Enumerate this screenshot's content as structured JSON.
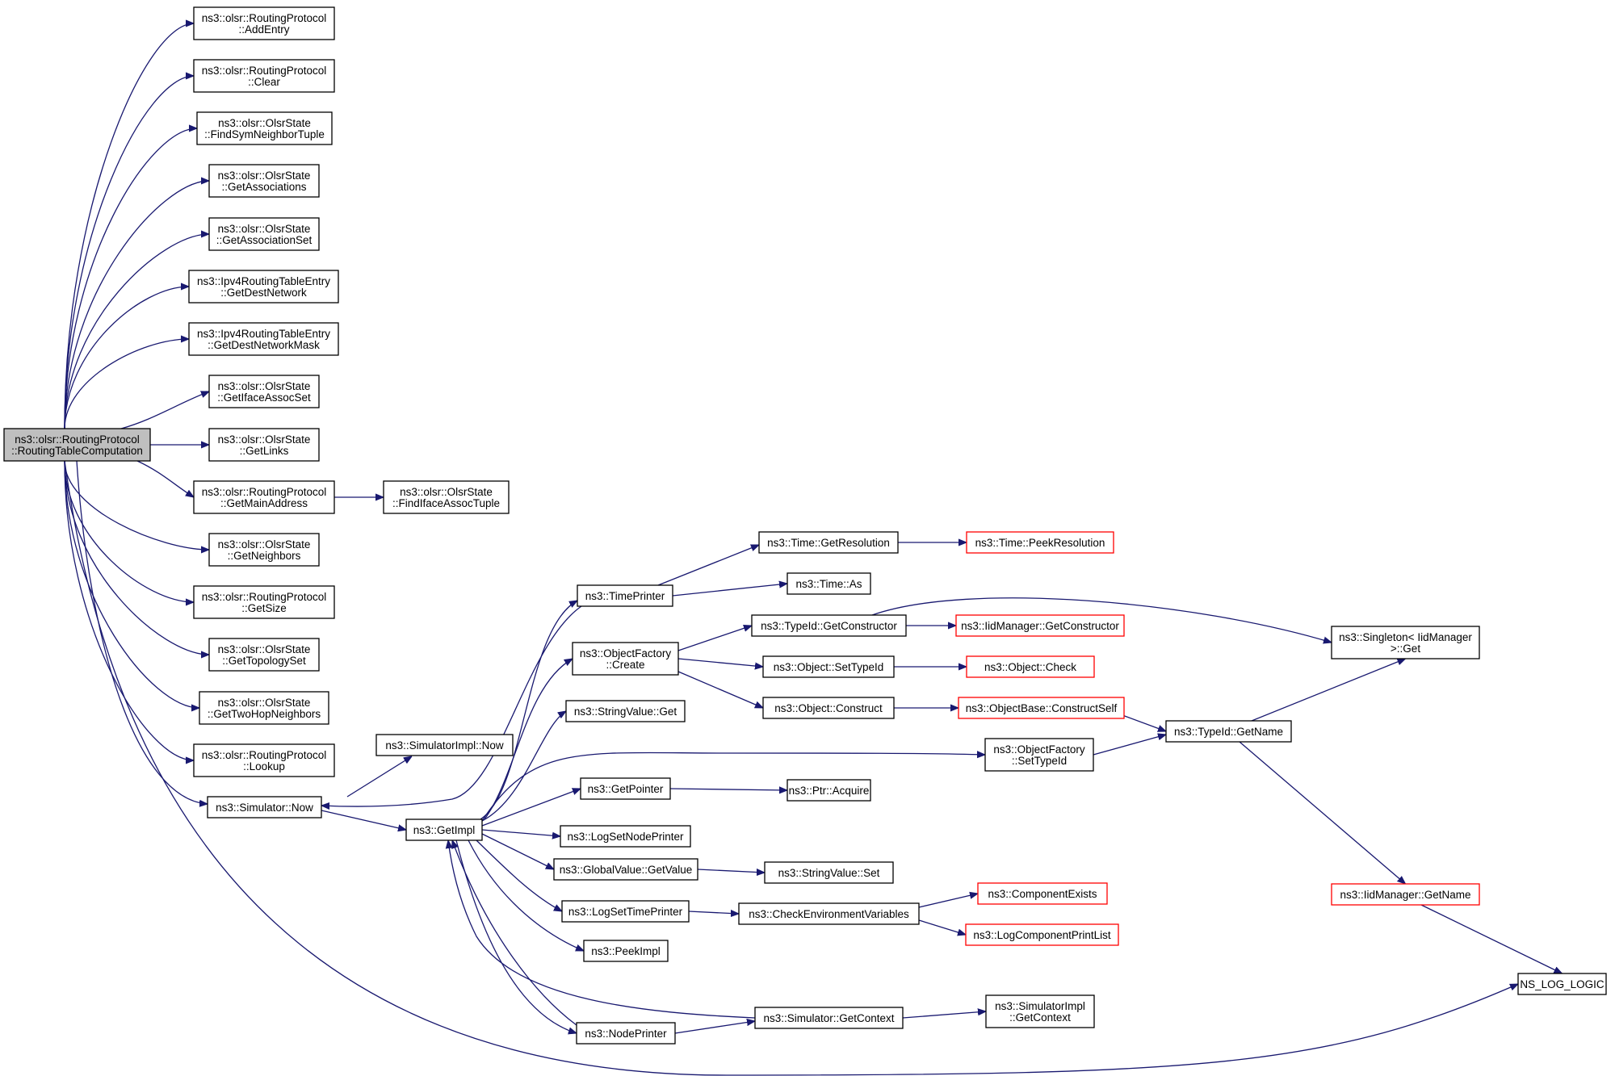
{
  "graph": {
    "nodes": [
      {
        "id": "root",
        "lines": [
          "ns3::olsr::RoutingProtocol",
          "::RoutingTableComputation"
        ],
        "style": "root"
      },
      {
        "id": "addentry",
        "lines": [
          "ns3::olsr::RoutingProtocol",
          "::AddEntry"
        ]
      },
      {
        "id": "clear",
        "lines": [
          "ns3::olsr::RoutingProtocol",
          "::Clear"
        ]
      },
      {
        "id": "findsym",
        "lines": [
          "ns3::olsr::OlsrState",
          "::FindSymNeighborTuple"
        ]
      },
      {
        "id": "getassoc",
        "lines": [
          "ns3::olsr::OlsrState",
          "::GetAssociations"
        ]
      },
      {
        "id": "getassocset",
        "lines": [
          "ns3::olsr::OlsrState",
          "::GetAssociationSet"
        ]
      },
      {
        "id": "getdestnet",
        "lines": [
          "ns3::Ipv4RoutingTableEntry",
          "::GetDestNetwork"
        ]
      },
      {
        "id": "getdestmask",
        "lines": [
          "ns3::Ipv4RoutingTableEntry",
          "::GetDestNetworkMask"
        ]
      },
      {
        "id": "getiface",
        "lines": [
          "ns3::olsr::OlsrState",
          "::GetIfaceAssocSet"
        ]
      },
      {
        "id": "getlinks",
        "lines": [
          "ns3::olsr::OlsrState",
          "::GetLinks"
        ]
      },
      {
        "id": "getmain",
        "lines": [
          "ns3::olsr::RoutingProtocol",
          "::GetMainAddress"
        ]
      },
      {
        "id": "findiface",
        "lines": [
          "ns3::olsr::OlsrState",
          "::FindIfaceAssocTuple"
        ]
      },
      {
        "id": "getneighbors",
        "lines": [
          "ns3::olsr::OlsrState",
          "::GetNeighbors"
        ]
      },
      {
        "id": "getsize",
        "lines": [
          "ns3::olsr::RoutingProtocol",
          "::GetSize"
        ]
      },
      {
        "id": "gettopo",
        "lines": [
          "ns3::olsr::OlsrState",
          "::GetTopologySet"
        ]
      },
      {
        "id": "gettwohop",
        "lines": [
          "ns3::olsr::OlsrState",
          "::GetTwoHopNeighbors"
        ]
      },
      {
        "id": "lookup",
        "lines": [
          "ns3::olsr::RoutingProtocol",
          "::Lookup"
        ]
      },
      {
        "id": "simnow",
        "lines": [
          "ns3::Simulator::Now"
        ]
      },
      {
        "id": "simimplnow",
        "lines": [
          "ns3::SimulatorImpl::Now"
        ]
      },
      {
        "id": "getimpl",
        "lines": [
          "ns3::GetImpl"
        ]
      },
      {
        "id": "timeprinter",
        "lines": [
          "ns3::TimePrinter"
        ]
      },
      {
        "id": "objfactcreate",
        "lines": [
          "ns3::ObjectFactory",
          "::Create"
        ]
      },
      {
        "id": "strvalget",
        "lines": [
          "ns3::StringValue::Get"
        ]
      },
      {
        "id": "getpointer",
        "lines": [
          "ns3::GetPointer"
        ]
      },
      {
        "id": "logsetnode",
        "lines": [
          "ns3::LogSetNodePrinter"
        ]
      },
      {
        "id": "globalget",
        "lines": [
          "ns3::GlobalValue::GetValue"
        ]
      },
      {
        "id": "logsettime",
        "lines": [
          "ns3::LogSetTimePrinter"
        ]
      },
      {
        "id": "peekimpl",
        "lines": [
          "ns3::PeekImpl"
        ]
      },
      {
        "id": "nodeprinter",
        "lines": [
          "ns3::NodePrinter"
        ]
      },
      {
        "id": "getres",
        "lines": [
          "ns3::Time::GetResolution"
        ]
      },
      {
        "id": "peekres",
        "lines": [
          "ns3::Time::PeekResolution"
        ],
        "style": "red"
      },
      {
        "id": "timeas",
        "lines": [
          "ns3::Time::As"
        ]
      },
      {
        "id": "getctor",
        "lines": [
          "ns3::TypeId::GetConstructor"
        ]
      },
      {
        "id": "iidgetctor",
        "lines": [
          "ns3::IidManager::GetConstructor"
        ],
        "style": "red"
      },
      {
        "id": "settypeid",
        "lines": [
          "ns3::Object::SetTypeId"
        ]
      },
      {
        "id": "objcheck",
        "lines": [
          "ns3::Object::Check"
        ],
        "style": "red"
      },
      {
        "id": "objconstruct",
        "lines": [
          "ns3::Object::Construct"
        ]
      },
      {
        "id": "constructself",
        "lines": [
          "ns3::ObjectBase::ConstructSelf"
        ],
        "style": "red"
      },
      {
        "id": "ofsettypeid",
        "lines": [
          "ns3::ObjectFactory",
          "::SetTypeId"
        ]
      },
      {
        "id": "ptracquire",
        "lines": [
          "ns3::Ptr::Acquire"
        ]
      },
      {
        "id": "strvalset",
        "lines": [
          "ns3::StringValue::Set"
        ]
      },
      {
        "id": "checkenv",
        "lines": [
          "ns3::CheckEnvironmentVariables"
        ]
      },
      {
        "id": "compexists",
        "lines": [
          "ns3::ComponentExists"
        ],
        "style": "red"
      },
      {
        "id": "logcompprint",
        "lines": [
          "ns3::LogComponentPrintList"
        ],
        "style": "red"
      },
      {
        "id": "simgetctx",
        "lines": [
          "ns3::Simulator::GetContext"
        ]
      },
      {
        "id": "simimplctx",
        "lines": [
          "ns3::SimulatorImpl",
          "::GetContext"
        ]
      },
      {
        "id": "singleton",
        "lines": [
          "ns3::Singleton< IidManager",
          " >::Get"
        ]
      },
      {
        "id": "typeidgetname",
        "lines": [
          "ns3::TypeId::GetName"
        ]
      },
      {
        "id": "iidgetname",
        "lines": [
          "ns3::IidManager::GetName"
        ],
        "style": "red"
      },
      {
        "id": "nslog",
        "lines": [
          "NS_LOG_LOGIC"
        ]
      }
    ]
  }
}
